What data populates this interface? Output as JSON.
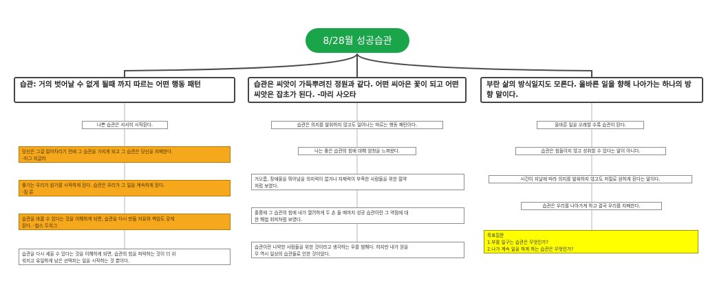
{
  "root": {
    "title": "8/28월 성공습관"
  },
  "branches": [
    {
      "title": "습관: 거의 벗어날 수 없게 될때 까지 따르는 어떤 행동 패턴",
      "nodes": [
        {
          "text": "나쁜 습관은 서서히 시작된다."
        },
        {
          "lines": [
            "당신은 그걸 알아차리기 전에 그 습관을 가지게 되고 그 습관은 당신을 지배한다.",
            "-지그 지글러"
          ]
        },
        {
          "lines": [
            "좋기는 우리가 원기를 시작하게 된다. 습관은 우리가 그 일을 계속하게 된다.",
            "-짐 론"
          ]
        },
        {
          "lines": [
            "습관을 바꿀 수 있다는 것을 이해하게 되면, 습관을 다시 만들 자유와 책임도 갖게",
            "된다. -찰스 두히그"
          ]
        },
        {
          "lines": [
            "습관을 다시 세울 수 있다는 것을 이해하게 되면, 습관의 힘을 파악하는 것이 더 쉬",
            "워지고 유일하게 남은 선택지는 일을 시작하는 것 뿐이다."
          ]
        }
      ]
    },
    {
      "title": "습관은 씨앗이 가득뿌려진 정원과 같다. 어떤 씨아은 꽃이 되고 어떤 씨앗은 잡초가 된다. -마리 사오타",
      "nodes": [
        {
          "text": "습관은 의지를 발휘하지 않고도 일어나는 따르는 행동 패턴이다."
        },
        {
          "text": "나는 좋은 습관의 힘에 대해 엄청을 느껴왔다."
        },
        {
          "lines": [
            "거으름, 장애물을 뛰어넘을 의지력이 없거나 자제력이 부족한 사람들을 위한 절약",
            "처럼 보였다."
          ]
        },
        {
          "lines": [
            "훌륭에 그 습관의 힘에 내가 열려하게 두 손 들 때까지 성공 습관이란 그 약점에 대",
            "한 해법 회피처럼 보였다."
          ]
        },
        {
          "lines": [
            "습관이란 나약한 사람들을 위한 것이라고 생각하는 우를 범해다. 하지만 내가 얻을",
            "무 역시 일상의 습관들로 인한 것이었다."
          ]
        }
      ]
    },
    {
      "title": "부란 삶의 방식일지도 모른다. 올바른 일을 향해 나아가는 하나의 방향 말이다.",
      "nodes": [
        {
          "text": "올바른 일을 오래할 수록 습관이 된다."
        },
        {
          "text": "습관은 힘들이지 않고 성취할 수 있다는 말이 아니다."
        },
        {
          "text": "시간이 지날에 따라 의지를 발휘하지 않고도 저절로 원하게 된다는 말이다."
        },
        {
          "text": "습관은 우리를 나아가게 하고 결국 우리를 지배한다."
        },
        {
          "lines": [
            "목표질문",
            "1.부를 일구는 습관은 무엇인가?",
            "2.나가 계속 일을 하게 하는 습관은 무엇인가?"
          ]
        }
      ]
    }
  ],
  "colors": {
    "root": "#1aa54a",
    "highlight_orange": "#f5a81c",
    "highlight_yellow": "#ffff00",
    "connector": "#4a4a4a",
    "node_line": "#b5b5b5"
  }
}
